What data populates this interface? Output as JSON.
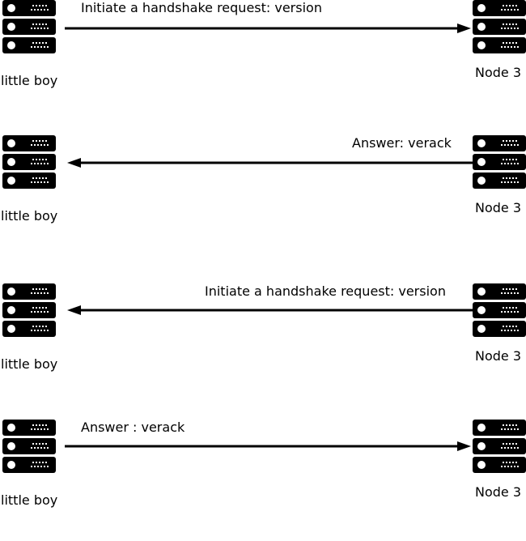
{
  "colors": {
    "ink": "#000000",
    "background": "#ffffff"
  },
  "nodes": {
    "left": "little boy",
    "right": "Node 3"
  },
  "icons": {
    "node": "server-rack-icon"
  },
  "steps": [
    {
      "message": "Initiate a handshake request: version",
      "direction": "right"
    },
    {
      "message": "Answer: verack",
      "direction": "left"
    },
    {
      "message": "Initiate a handshake request: version",
      "direction": "left"
    },
    {
      "message": "Answer : verack",
      "direction": "right"
    }
  ]
}
